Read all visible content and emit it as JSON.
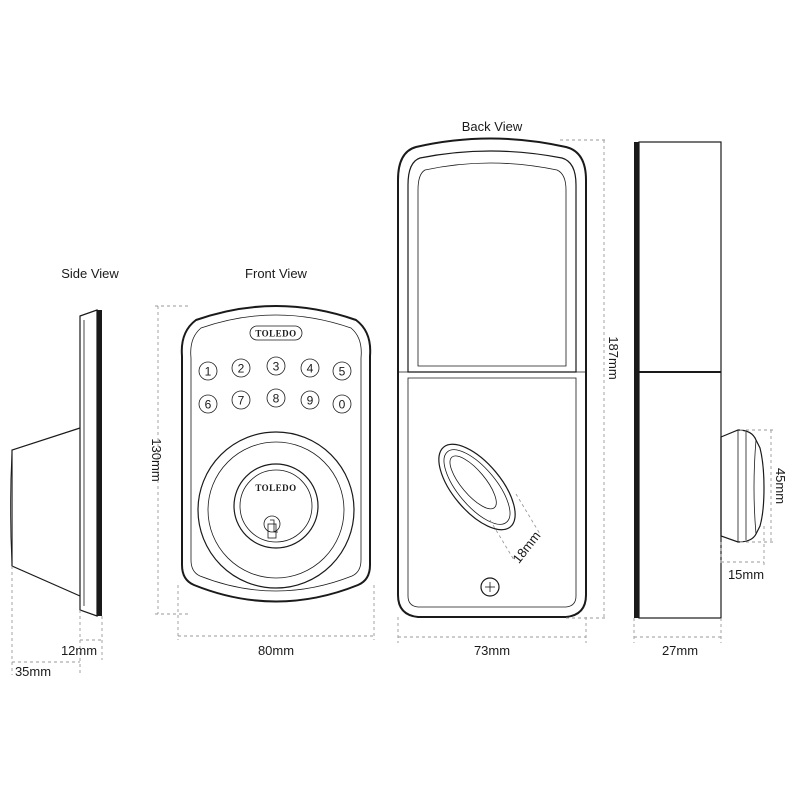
{
  "views": {
    "side": "Side View",
    "front": "Front View",
    "back": "Back View"
  },
  "brand": {
    "keypad_logo": "TOLEDO",
    "cylinder_logo": "TOLEDO"
  },
  "keypad": {
    "row1": [
      "1",
      "2",
      "3",
      "4",
      "5"
    ],
    "row2": [
      "6",
      "7",
      "8",
      "9",
      "0"
    ]
  },
  "dimensions": {
    "side_plate_thickness": "12mm",
    "side_depth": "35mm",
    "front_height": "130mm",
    "front_width": "80mm",
    "back_height": "187mm",
    "back_width": "73mm",
    "thumbturn": "18mm",
    "profile_depth": "27mm",
    "knob_height": "45mm",
    "knob_depth": "15mm"
  }
}
